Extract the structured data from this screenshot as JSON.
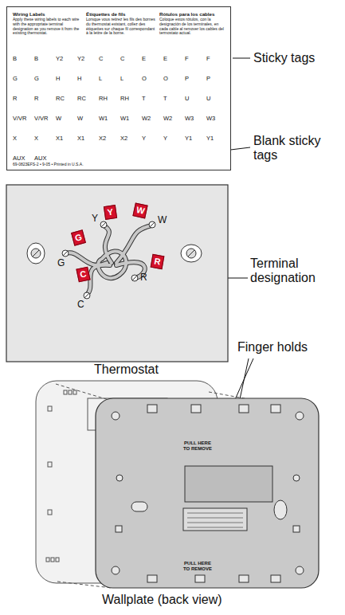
{
  "diagram": {
    "nodes": [
      {
        "text": [
          "Wiring Labels",
          "Apply these wiring labels to each wire with the appropriate terminal designation as you remove it from the existing thermostat.",
          "Étiquettes de fils",
          "Lorsque vous retirez les fils des bornes du thermostat existant, collez des étiquettes sur chaque fil correspondant à la lettre de la borne.",
          "Rótulos para los cables",
          "Coloque estos rótulos, con la designación de los terminales, en cada cable al remover los cables del termostato actual.",
          "69-0823EFS-2 • 9-05 • Printed in U.S.A."
        ]
      },
      {
        "text": [
          "Y"
        ]
      },
      {
        "text": [
          "W"
        ]
      },
      {
        "text": [
          "G"
        ]
      },
      {
        "text": [
          "R"
        ]
      },
      {
        "text": [
          "C"
        ]
      }
    ],
    "labels": [
      "B",
      "B",
      "Y2",
      "Y2",
      "C",
      "C",
      "E",
      "E",
      "F",
      "F",
      "G",
      "G",
      "H",
      "H",
      "L",
      "L",
      "O",
      "O",
      "P",
      "P",
      "R",
      "R",
      "RC",
      "RC",
      "RH",
      "RH",
      "T",
      "T",
      "U",
      "U",
      "V/VR",
      "V/VR",
      "W",
      "W",
      "W1",
      "W1",
      "W2",
      "W2",
      "W3",
      "W3",
      "X",
      "X",
      "X1",
      "X1",
      "X2",
      "X2",
      "Y",
      "Y",
      "Y1",
      "Y1",
      "AUX",
      "AUX",
      "Sticky tags",
      "Blank sticky tags",
      "Y",
      "W",
      "G",
      "C",
      "R",
      "Terminal designation",
      "Finger holds",
      "Thermostat",
      "PULL HERE TO REMOVE",
      "PULL HERE TO REMOVE",
      "Wallplate (back view)"
    ]
  }
}
